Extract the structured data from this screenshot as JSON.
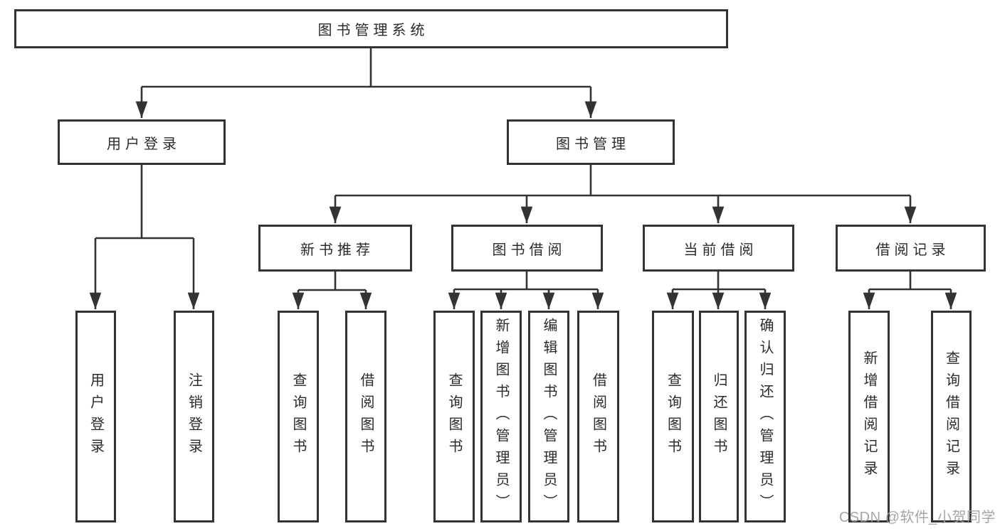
{
  "tree": {
    "label": "图书管理系统",
    "children": [
      {
        "label": "用户登录",
        "children": [
          {
            "label": "用户登录"
          },
          {
            "label": "注销登录"
          }
        ]
      },
      {
        "label": "图书管理",
        "children": [
          {
            "label": "新书推荐",
            "children": [
              {
                "label": "查询图书"
              },
              {
                "label": "借阅图书"
              }
            ]
          },
          {
            "label": "图书借阅",
            "children": [
              {
                "label": "查询图书"
              },
              {
                "label": "新增图书（管理员）"
              },
              {
                "label": "编辑图书（管理员）"
              },
              {
                "label": "借阅图书"
              }
            ]
          },
          {
            "label": "当前借阅",
            "children": [
              {
                "label": "查询图书"
              },
              {
                "label": "归还图书"
              },
              {
                "label": "确认归还（管理员）"
              }
            ]
          },
          {
            "label": "借阅记录",
            "children": [
              {
                "label": "新增借阅记录"
              },
              {
                "label": "查询借阅记录"
              }
            ]
          }
        ]
      }
    ]
  },
  "watermark": "CSDN @软件_小贺同学",
  "colors": {
    "line": "#333333",
    "text": "#2b2b2b",
    "background": "#ffffff",
    "watermark": "#9f9f9f"
  }
}
